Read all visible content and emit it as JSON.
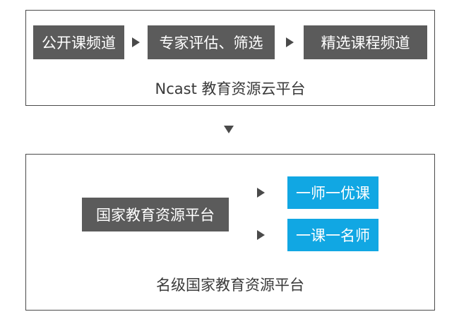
{
  "top_panel": {
    "steps": [
      "公开课频道",
      "专家评估、筛选",
      "精选课程频道"
    ],
    "caption": "Ncast 教育资源云平台"
  },
  "bottom_panel": {
    "source": "国家教育资源平台",
    "targets": [
      "一师一优课",
      "一课一名师"
    ],
    "caption": "名级国家教育资源平台"
  },
  "colors": {
    "dark_box": "#5b5b5b",
    "blue_box": "#11a7e3",
    "border": "#4a4a4a",
    "text": "#3a3a3a"
  }
}
